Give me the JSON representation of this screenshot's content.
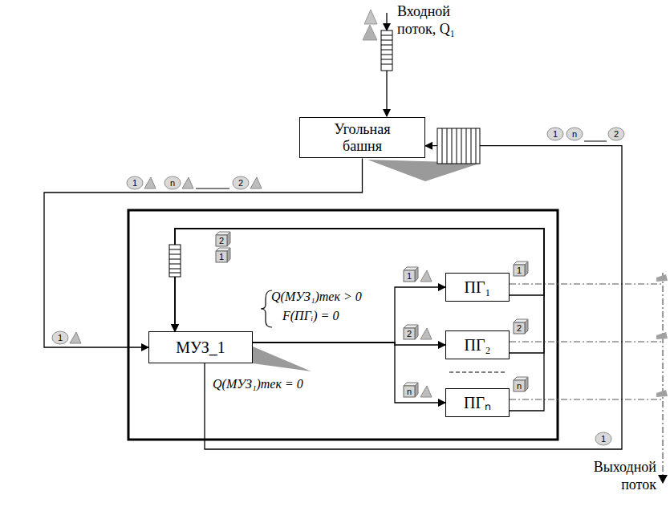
{
  "diagram": {
    "nodes": [
      {
        "text": [
          "Угольная башня"
        ]
      },
      {
        "text": [
          "МУЗ_1"
        ]
      },
      {
        "text": [
          "ПГ₁"
        ]
      },
      {
        "text": [
          "ПГ₂"
        ]
      },
      {
        "text": [
          "ПГₙ"
        ]
      }
    ],
    "edges": [
      {
        "from": 0,
        "to": 1,
        "arrow": "to"
      },
      {
        "from": 1,
        "to": 2,
        "arrow": "to"
      },
      {
        "from": 1,
        "to": 3,
        "arrow": "to"
      },
      {
        "from": 1,
        "to": 4,
        "arrow": "to"
      },
      {
        "from": 2,
        "to": 1,
        "arrow": "to"
      },
      {
        "from": 3,
        "to": 1,
        "arrow": "to"
      },
      {
        "from": 4,
        "to": 1,
        "arrow": "to"
      },
      {
        "from": 1,
        "to": 0,
        "label": "Q(МУЗ₁)тек = 0",
        "arrow": "to"
      }
    ],
    "labels": [
      "Входной поток, Q₁",
      "1",
      "n",
      "2",
      "1",
      "n",
      "2",
      "2",
      "1",
      "1",
      "Q(МУЗ₁)тек > 0",
      "F(ПГᵢ) = 0",
      "1",
      "2",
      "n",
      "1",
      "2",
      "n",
      "1",
      "Выходной поток"
    ]
  }
}
